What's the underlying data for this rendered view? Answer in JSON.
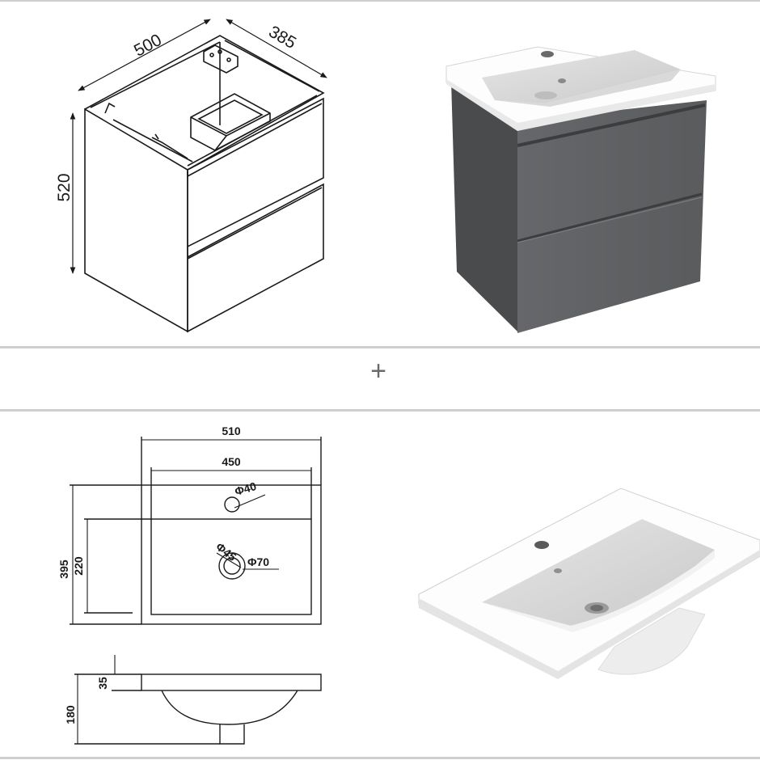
{
  "cabinet_drawing": {
    "width": "500",
    "depth": "385",
    "height": "520"
  },
  "separator": {
    "symbol": "+"
  },
  "basin_top_view": {
    "outer_width": "510",
    "bowl_width": "450",
    "tap_hole": "Φ40",
    "drain_inner": "Φ45",
    "drain_outer": "Φ70",
    "depth": "395",
    "bowl_depth": "220"
  },
  "basin_side_view": {
    "rim_thickness": "35",
    "total_height": "180"
  },
  "colors": {
    "cabinet_grey": "#5f6062",
    "basin_white": "#f7f7f7",
    "divider": "#cfcfcf"
  }
}
